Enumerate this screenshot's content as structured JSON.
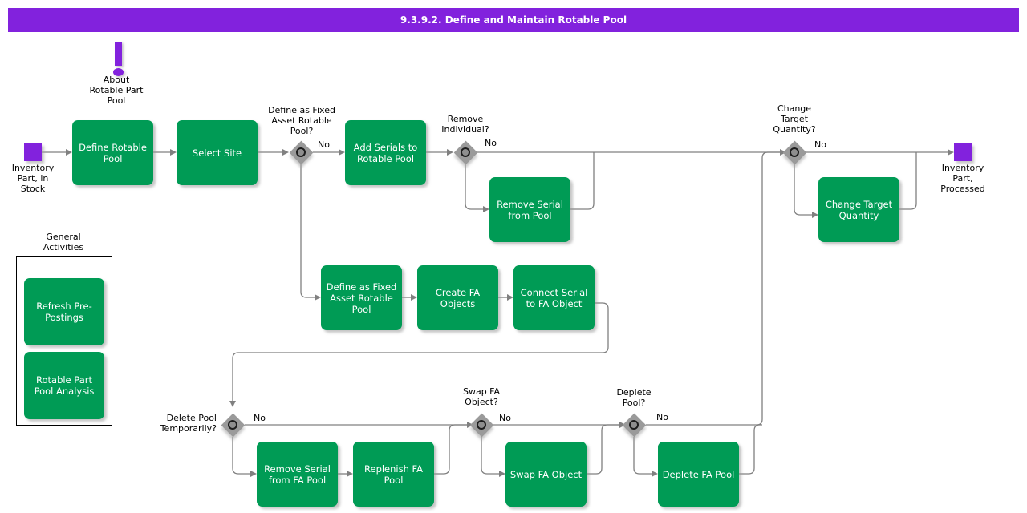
{
  "header": {
    "title": "9.3.9.2. Define and Maintain Rotable Pool",
    "background": "#8222dd",
    "text_color": "#ffffff"
  },
  "theme": {
    "activity_fill": "#009b55",
    "terminator_fill": "#8222dd",
    "decision_fill": "#9a9a9a",
    "connector": "#808080",
    "canvas": "#ffffff"
  },
  "info_icon": {
    "name": "about-rotable-part-pool-icon",
    "glyph": "!",
    "label": "About\nRotable Part\nPool"
  },
  "terminators": [
    {
      "id": "start",
      "name": "inventory-part-in-stock",
      "label": "Inventory\nPart, in\nStock"
    },
    {
      "id": "end",
      "name": "inventory-part-processed",
      "label": "Inventory\nPart,\nProcessed"
    }
  ],
  "activities": [
    {
      "id": "define_rotable_pool",
      "label": "Define Rotable\nPool"
    },
    {
      "id": "select_site",
      "label": "Select Site"
    },
    {
      "id": "add_serials",
      "label": "Add Serials to\nRotable Pool"
    },
    {
      "id": "remove_serial_pool",
      "label": "Remove Serial\nfrom Pool"
    },
    {
      "id": "change_target_quantity",
      "label": "Change Target\nQuantity"
    },
    {
      "id": "define_fa_rotable_pool",
      "label": "Define as Fixed\nAsset Rotable\nPool"
    },
    {
      "id": "create_fa_objects",
      "label": "Create FA\nObjects"
    },
    {
      "id": "connect_serial_fa",
      "label": "Connect Serial\nto FA Object"
    },
    {
      "id": "remove_serial_fa_pool",
      "label": "Remove Serial\nfrom FA Pool"
    },
    {
      "id": "replenish_fa_pool",
      "label": "Replenish FA\nPool"
    },
    {
      "id": "swap_fa_object",
      "label": "Swap FA Object"
    },
    {
      "id": "deplete_fa_pool",
      "label": "Deplete FA Pool"
    }
  ],
  "decisions": [
    {
      "id": "define_fa_q",
      "label": "Define as Fixed\nAsset Rotable\nPool?",
      "branch": "No"
    },
    {
      "id": "remove_indiv_q",
      "label": "Remove\nIndividual?",
      "branch": "No"
    },
    {
      "id": "change_tq_q",
      "label": "Change\nTarget\nQuantity?",
      "branch": "No"
    },
    {
      "id": "delete_pool_q",
      "label": "Delete Pool\nTemporarily?",
      "branch": "No"
    },
    {
      "id": "swap_fa_q",
      "label": "Swap FA\nObject?",
      "branch": "No"
    },
    {
      "id": "deplete_pool_q",
      "label": "Deplete\nPool?",
      "branch": "No"
    }
  ],
  "general_activities": {
    "title": "General\nActivities",
    "items": [
      {
        "id": "refresh_pre_postings",
        "label": "Refresh Pre-\nPostings"
      },
      {
        "id": "rotable_pool_analysis",
        "label": "Rotable Part\nPool Analysis"
      }
    ]
  }
}
